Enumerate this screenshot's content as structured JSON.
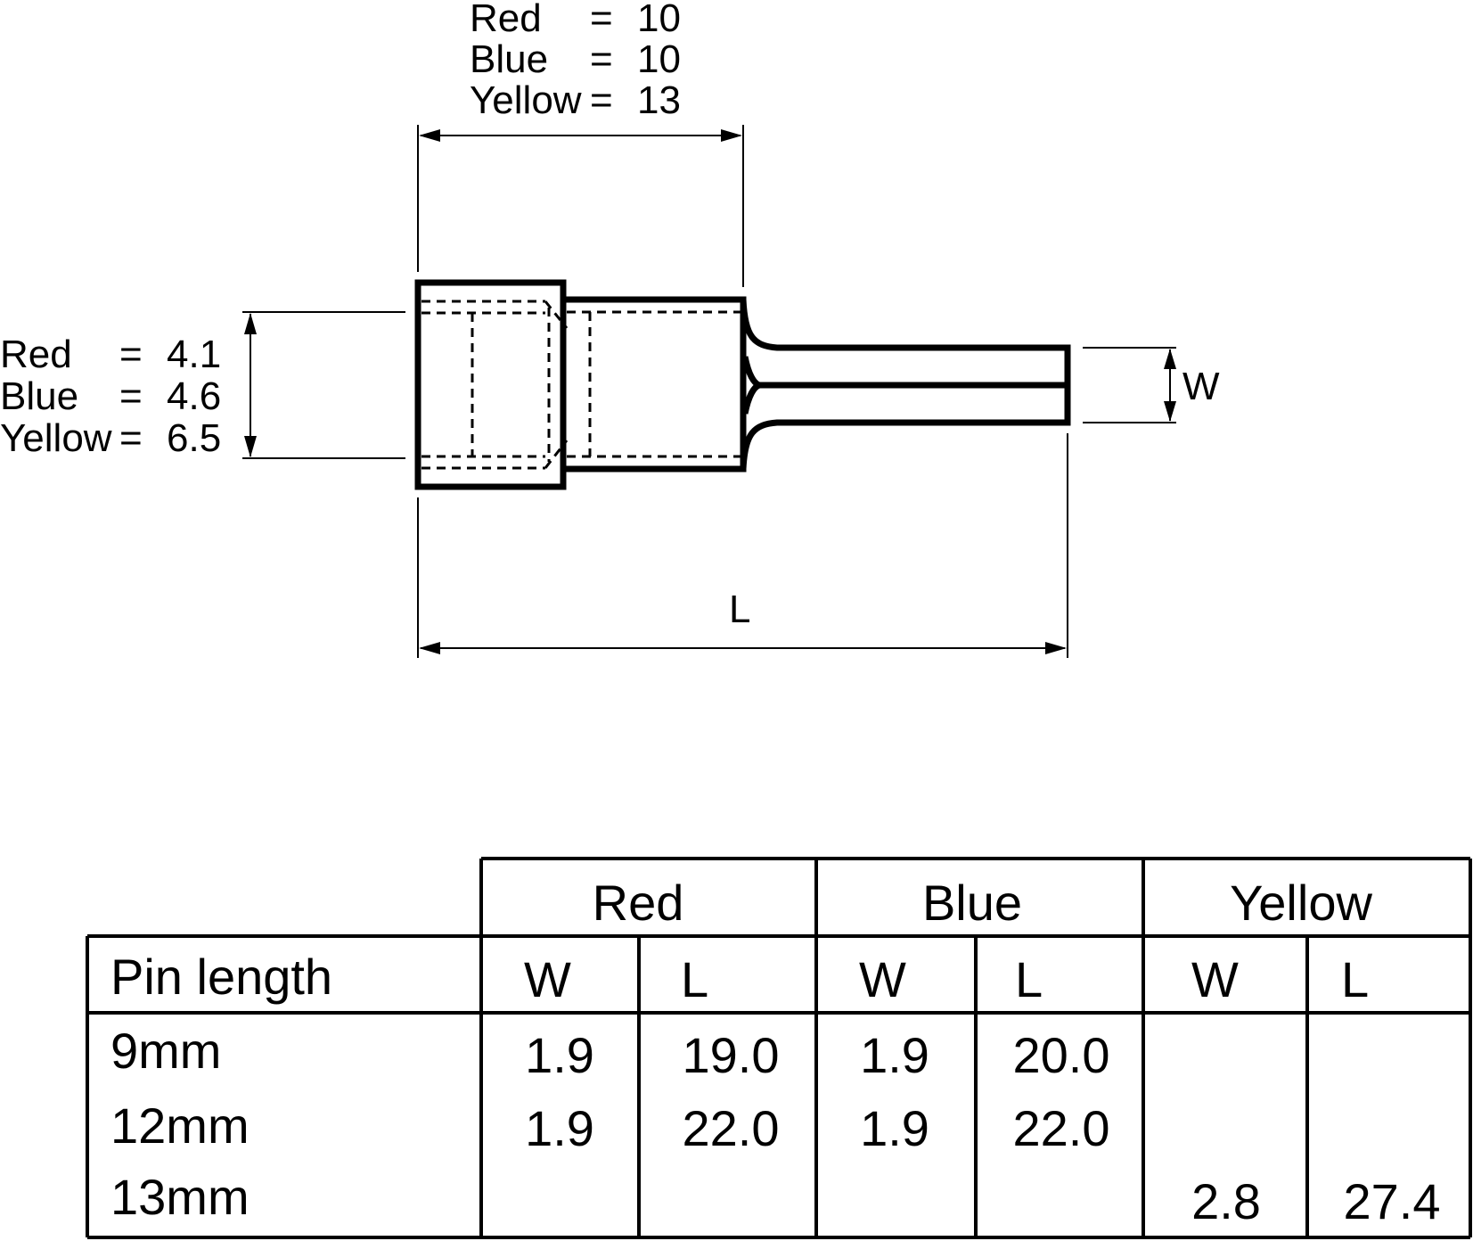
{
  "dimensions": {
    "top_length": [
      {
        "color": "Red",
        "eq": "=",
        "value": "10"
      },
      {
        "color": "Blue",
        "eq": "=",
        "value": "10"
      },
      {
        "color": "Yellow",
        "eq": "=",
        "value": "13"
      }
    ],
    "diameter": [
      {
        "color": "Red",
        "eq": "=",
        "value": "4.1"
      },
      {
        "color": "Blue",
        "eq": "=",
        "value": "4.6"
      },
      {
        "color": "Yellow",
        "eq": "=",
        "value": "6.5"
      }
    ],
    "width_label": "W",
    "length_label": "L"
  },
  "table": {
    "colors": [
      "Red",
      "Blue",
      "Yellow"
    ],
    "row_header": "Pin length",
    "sub_headers": [
      "W",
      "L",
      "W",
      "L",
      "W",
      "L"
    ],
    "rows": [
      {
        "label": "9mm",
        "values": [
          "1.9",
          "19.0",
          "1.9",
          "20.0",
          "",
          ""
        ]
      },
      {
        "label": "12mm",
        "values": [
          "1.9",
          "22.0",
          "1.9",
          "22.0",
          "",
          ""
        ]
      },
      {
        "label": "13mm",
        "values": [
          "",
          "",
          "",
          "",
          "2.8",
          "27.4"
        ]
      }
    ]
  }
}
